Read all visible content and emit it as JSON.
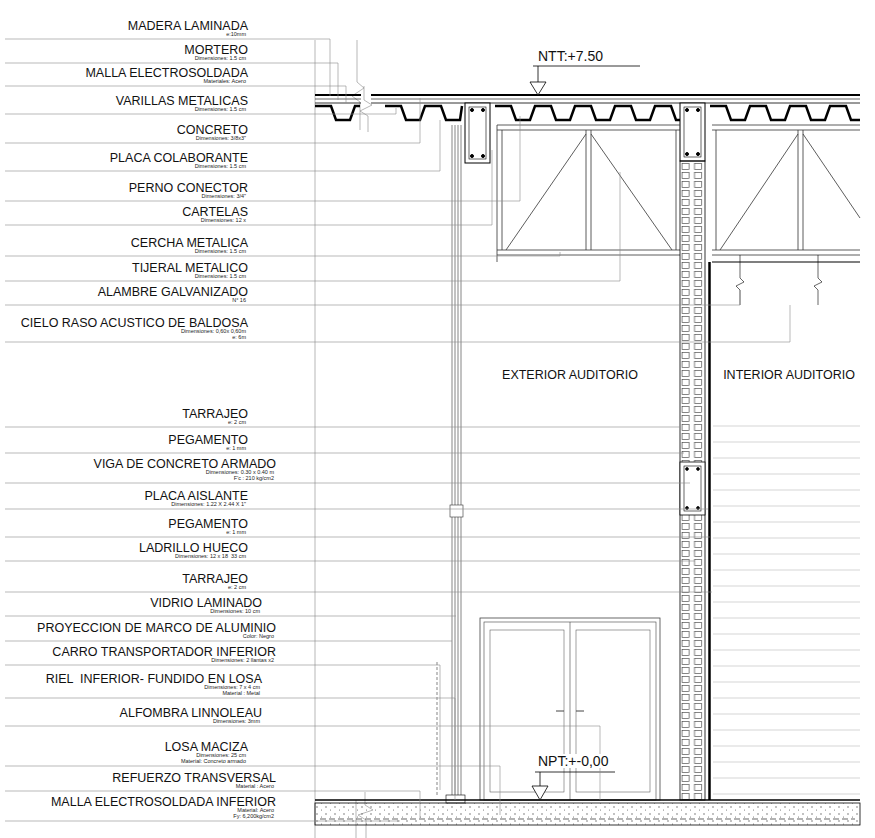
{
  "diagram": {
    "labels": [
      "MADERA LAMINADA",
      "e:10mm",
      "MORTERO",
      "Dimensiones: 1.5 cm",
      "MALLA ELECTROSOLDADA",
      "Materiales: Acero",
      "VARILLAS METALICAS",
      "Dimensiones: 1.5 cm",
      "CONCRETO",
      "Dimensiones: 3/8x3\"",
      "PLACA COLABORANTE",
      "Dimensiones: 1.5 cm",
      "PERNO CONECTOR",
      "Dimensiones: 3/4\"",
      "CARTELAS",
      "Dimensiones: 12 x",
      "CERCHA METALICA",
      "Dimensiones: 1.5 cm",
      "TIJERAL METALICO",
      "Dimensiones: 1.5 cm",
      "ALAMBRE GALVANIZADO",
      "N° 16",
      "CIELO RASO ACUSTICO DE BALDOSA",
      "Dimensiones: 0,60x 0,60m",
      "e: 6m",
      "TARRAJEO",
      "e: 2 cm",
      "PEGAMENTO",
      "e: 1 mm",
      "VIGA DE CONCRETO ARMADO",
      "Dimensiones: 0.30 x 0.40 m",
      "F'c : 210 kg/cm2",
      "PLACA AISLANTE",
      "Dimensiones: 1.22 X 2.44 X 1\"",
      "PEGAMENTO",
      "e: 1 mm",
      "LADRILLO HUECO",
      "Dimensiones: 12 x 18  33 cm",
      "TARRAJEO",
      "e: 2 cm",
      "VIDRIO LAMINADO",
      "Dimensiones: 10 cm",
      "PROYECCION DE MARCO DE ALUMINIO",
      "Color: Negro",
      "CARRO TRANSPORTADOR INFERIOR",
      "Dimensiones: 2 llantas x2",
      "RIEL  INFERIOR- FUNDIDO EN LOSA",
      "Dimensiones: 7 x 4 cm",
      "Material : Metal",
      "ALFOMBRA LINNOLEAU",
      "Dimensiones: 3mm",
      "LOSA MACIZA",
      "Dimensiones: 25 cm",
      "Material: Concreto armado",
      "REFUERZO TRANSVERSAL",
      "Material : Acero",
      "MALLA ELECTROSOLDADA INFERIOR",
      "Material: Acero",
      "Fy: 6,200kg/cm2",
      "NTT:+7.50",
      "EXTERIOR AUDITORIO",
      "INTERIOR AUDITORIO",
      "NPT:+-0,00"
    ]
  }
}
